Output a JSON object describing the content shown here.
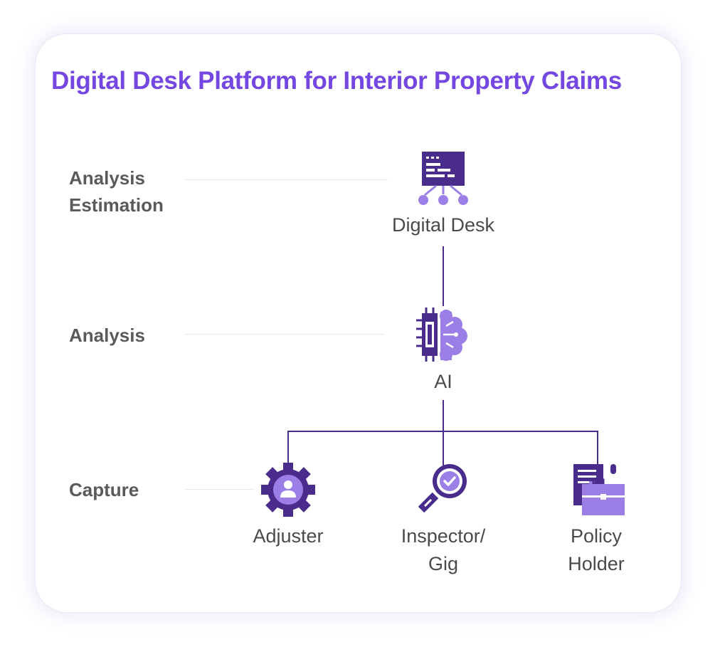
{
  "title": "Digital Desk Platform for Interior Property Claims",
  "levels": [
    {
      "label": "Analysis\nEstimation"
    },
    {
      "label": "Analysis"
    },
    {
      "label": "Capture"
    }
  ],
  "nodes": {
    "digital_desk": {
      "label": "Digital Desk",
      "icon": "dashboard-network-icon"
    },
    "ai": {
      "label": "AI",
      "icon": "ai-brain-chip-icon"
    },
    "adjuster": {
      "label": "Adjuster",
      "icon": "gear-user-icon"
    },
    "inspector": {
      "label": "Inspector/\nGig",
      "icon": "magnifier-check-icon"
    },
    "policy_holder": {
      "label": "Policy\nHolder",
      "icon": "document-briefcase-icon"
    }
  },
  "edges": [
    {
      "from": "AI",
      "to": "Digital Desk"
    },
    {
      "from": "Adjuster",
      "to": "AI"
    },
    {
      "from": "Inspector/\nGig",
      "to": "AI"
    },
    {
      "from": "Policy\nHolder",
      "to": "AI"
    }
  ],
  "colors": {
    "title": "#7448e0",
    "dark_purple": "#4a2c8c",
    "light_purple": "#9b7fe6",
    "connector": "#4a2c8c"
  }
}
